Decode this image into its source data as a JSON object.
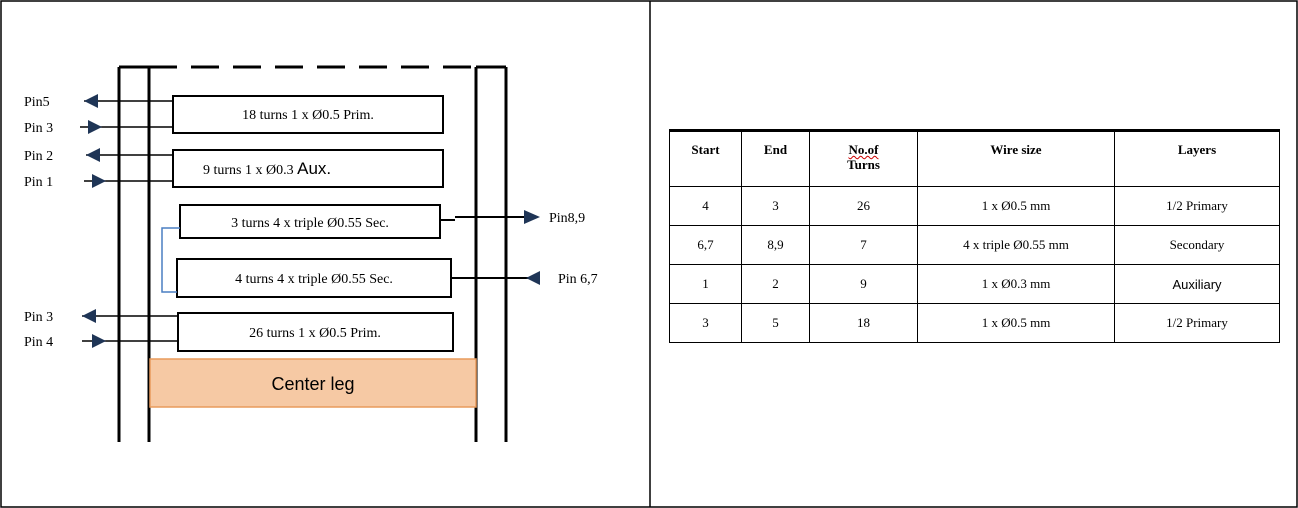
{
  "diagram": {
    "windings": [
      {
        "label": "18 turns  1 x Ø0.5 Prim."
      },
      {
        "label": "9 turns  1 x Ø0.3 ",
        "suffix": "Aux."
      },
      {
        "label": "3 turns  4 x triple Ø0.55 Sec."
      },
      {
        "label": "4 turns  4 x triple Ø0.55 Sec."
      },
      {
        "label": "26 turns  1 x Ø0.5 Prim."
      }
    ],
    "pins": {
      "left": [
        "Pin5",
        "Pin 3",
        "Pin 2",
        "Pin 1",
        "Pin 3",
        "Pin 4"
      ],
      "right": [
        "Pin8,9",
        "Pin 6,7"
      ]
    },
    "center_leg": "Center leg",
    "colors": {
      "center_leg_fill": "#f6c9a4",
      "center_leg_edge": "#e89b5c",
      "arrow": "#1f3556",
      "link": "#4a7ec2"
    }
  },
  "table": {
    "headers": {
      "start": "Start",
      "end": "End",
      "turns_line1": "No.of",
      "turns_line2": "Turns",
      "wire": "Wire size",
      "layers": "Layers"
    },
    "rows": [
      {
        "start": "4",
        "end": "3",
        "turns": "26",
        "wire": "1 x Ø0.5 mm",
        "layers": "1/2 Primary"
      },
      {
        "start": "6,7",
        "end": "8,9",
        "turns": "7",
        "wire": "4 x triple Ø0.55 mm",
        "layers": "Secondary"
      },
      {
        "start": "1",
        "end": "2",
        "turns": "9",
        "wire": "1 x Ø0.3 mm",
        "layers": "Auxiliary"
      },
      {
        "start": "3",
        "end": "5",
        "turns": "18",
        "wire": "1 x Ø0.5 mm",
        "layers": "1/2 Primary"
      }
    ]
  }
}
